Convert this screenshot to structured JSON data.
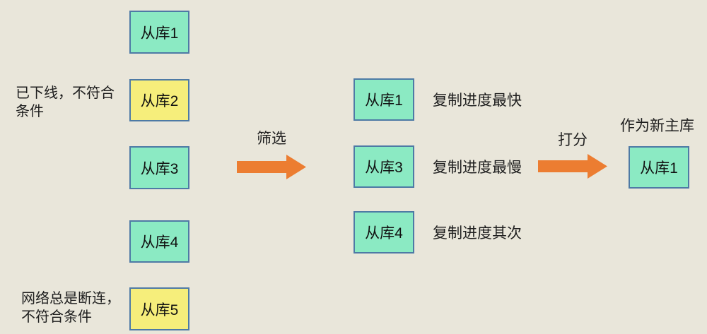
{
  "diagram": {
    "title_implied": "replica-selection-flow",
    "colors": {
      "background": "#e9e6da",
      "box_teal": "#8beac3",
      "box_yellow": "#f6ee7b",
      "box_border": "#4e7aa5",
      "arrow_orange": "#ec7d31",
      "text": "#1e1e1e"
    },
    "left_column": {
      "boxes": [
        {
          "label": "从库1",
          "variant": "teal"
        },
        {
          "label": "从库2",
          "variant": "yellow"
        },
        {
          "label": "从库3",
          "variant": "teal"
        },
        {
          "label": "从库4",
          "variant": "teal"
        },
        {
          "label": "从库5",
          "variant": "yellow"
        }
      ],
      "annotations": [
        {
          "text": "已下线，不符合\n条件",
          "target": "从库2"
        },
        {
          "text": "网络总是断连，\n不符合条件",
          "target": "从库5"
        }
      ]
    },
    "filter_step": {
      "label": "筛选"
    },
    "middle_column": {
      "boxes": [
        {
          "label": "从库1",
          "note": "复制进度最快"
        },
        {
          "label": "从库3",
          "note": "复制进度最慢"
        },
        {
          "label": "从库4",
          "note": "复制进度其次"
        }
      ]
    },
    "score_step": {
      "label": "打分"
    },
    "result": {
      "heading": "作为新主库",
      "label": "从库1"
    }
  }
}
